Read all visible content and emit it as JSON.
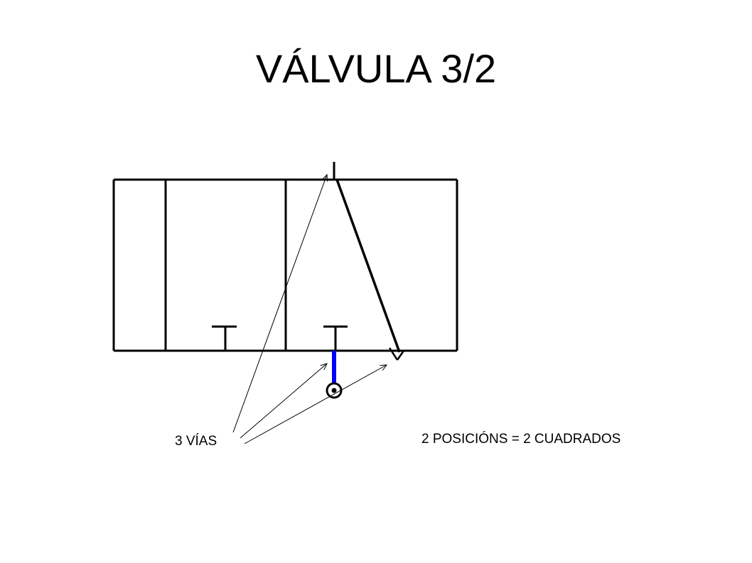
{
  "title": "VÁLVULA 3/2",
  "labels": {
    "ways": "3 VÍAS",
    "positions": "2 POSICIÓNS = 2 CUADRADOS"
  },
  "colors": {
    "line": "#000000",
    "accent_port": "#0000ff",
    "background": "#ffffff"
  }
}
